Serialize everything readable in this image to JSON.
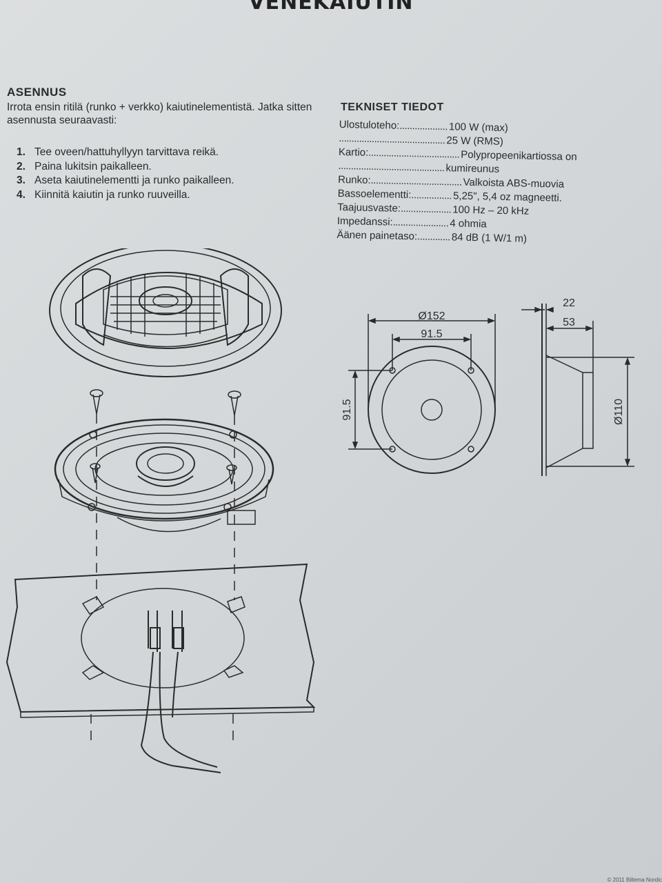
{
  "title": "VENEKAIUTIN",
  "install": {
    "heading": "ASENNUS",
    "intro": "Irrota ensin ritilä (runko + verkko) kaiutinelementistä. Jatka sitten asennusta seuraavasti:",
    "steps": [
      {
        "num": "1.",
        "text": "Tee oveen/hattuhyllyyn tarvittava reikä."
      },
      {
        "num": "2.",
        "text": "Paina lukitsin paikalleen."
      },
      {
        "num": "3.",
        "text": "Aseta kaiutinelementti ja runko paikalleen."
      },
      {
        "num": "4.",
        "text": "Kiinnitä kaiutin ja runko ruuveilla."
      }
    ]
  },
  "tech": {
    "heading": "TEKNISET TIEDOT",
    "rows": [
      {
        "key": "Ulostuloteho:",
        "dots": "...................",
        "value": "100 W (max)"
      },
      {
        "key": "",
        "dots": "..........................................",
        "value": "25 W (RMS)"
      },
      {
        "key": "Kartio:",
        "dots": "....................................",
        "value": "Polypropeenikartiossa on"
      },
      {
        "key": "",
        "dots": "..........................................",
        "value": "kumireunus"
      },
      {
        "key": "Runko:",
        "dots": "....................................",
        "value": "Valkoista ABS-muovia"
      },
      {
        "key": "Bassoelementti:",
        "dots": "................",
        "value": "5,25\", 5,4 oz magneetti."
      },
      {
        "key": "Taajuusvaste:",
        "dots": "....................",
        "value": "100 Hz – 20 kHz"
      },
      {
        "key": "Impedanssi:",
        "dots": "......................",
        "value": "4 ohmia"
      },
      {
        "key": "Äänen painetaso:",
        "dots": ".............",
        "value": "84 dB (1 W/1 m)"
      }
    ]
  },
  "dimensions": {
    "outer": "Ø152",
    "hole_h": "91.5",
    "hole_v": "91.5",
    "depth_flange": "22",
    "depth_total": "53",
    "magnet": "Ø110"
  },
  "footer": "© 2011 Biltema Nordic"
}
